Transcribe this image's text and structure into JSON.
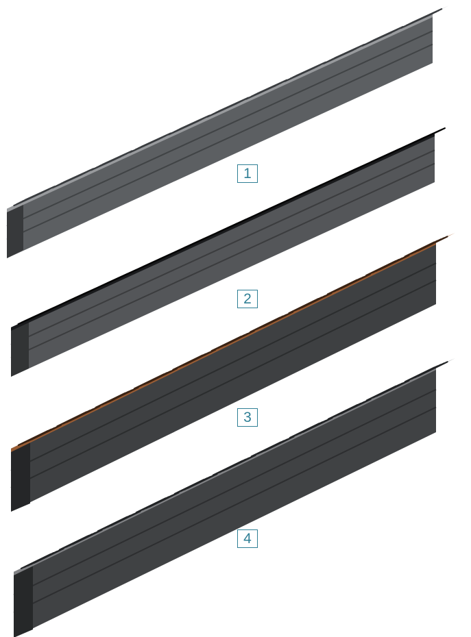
{
  "products": [
    {
      "id": "channel-1",
      "label": "1",
      "grate_color": "#b9bcbf",
      "slot_color": "#3a3d40",
      "body_color": "#5c5f62"
    },
    {
      "id": "channel-2",
      "label": "2",
      "grate_color": "#1f2022",
      "slot_color": "#060606",
      "body_color": "#545659"
    },
    {
      "id": "channel-3",
      "label": "3",
      "grate_color": "#b9703f",
      "slot_color": "#3a2314",
      "body_color": "#3e4042"
    },
    {
      "id": "channel-4",
      "label": "4",
      "grate_color": "#9d9fa2",
      "slot_color": "#222426",
      "body_color": "#404244"
    }
  ],
  "colors": {
    "label_accent": "#2f7f95",
    "background": "#ffffff"
  }
}
